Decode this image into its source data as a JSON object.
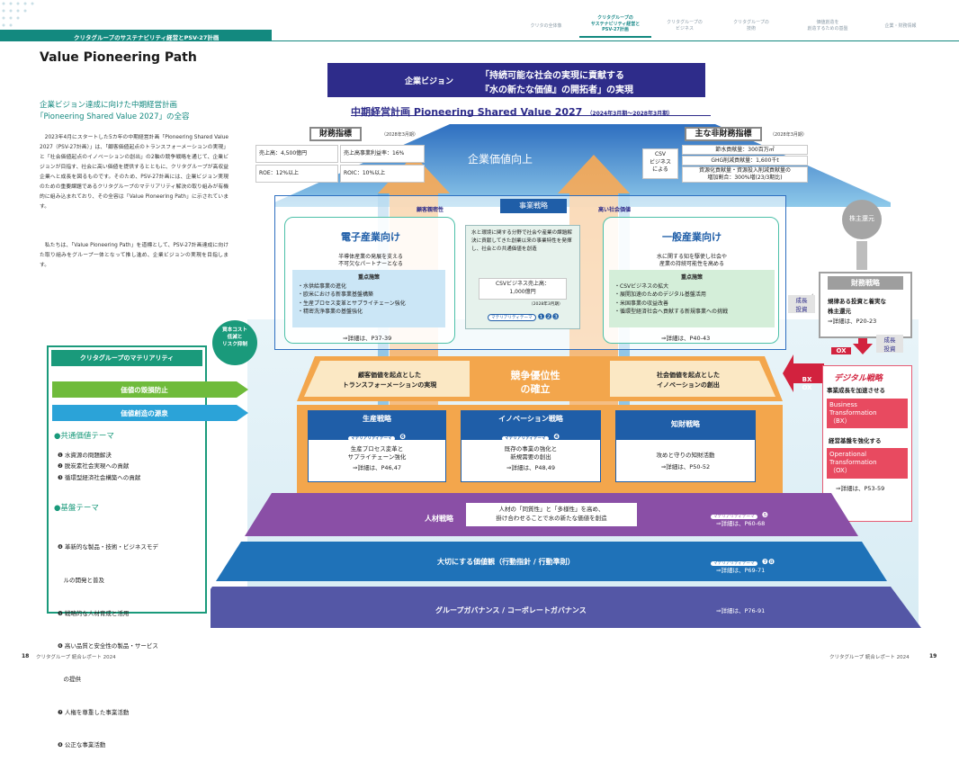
{
  "nav": {
    "items": [
      "クリタの全体像",
      "クリタグループの\nサステナビリティ経営と\nPSV-27計画",
      "クリタグループの\nビジネス",
      "クリタグループの\n技術",
      "価値創造を\n創造するための基盤",
      "企業・財務情報"
    ]
  },
  "header": {
    "section_title": "クリタグループのサステナビリティ経営とPSV-27計画"
  },
  "left": {
    "page_title": "Value Pioneering Path",
    "subtitle1": "企業ビジョン達成に向けた中期経営計画",
    "subtitle2": "「Pioneering Shared Value 2027」の全容",
    "para1": "2023年4月にスタートした5カ年の中期経営計画「Pioneering Shared Value 2027（PSV-27計画）」は、「顧客価値起点のトランスフォーメーションの実現」と「社会価値起点のイノベーションの創出」の2軸の競争戦略を通じて、企業ビジョンが目指す、社会に高い価値を提供するとともに、クリタグループが高収益企業へと成長を図るものです。そのため、PSV-27計画には、企業ビジョン実現のための重要課題であるクリタグループのマテリアリティ解決の取り組みが有機的に組み込まれており、その全容は「Value Pioneering Path」に示されています。",
    "para2": "私たちは、「Value Pioneering Path」を道標として、PSV-27計画達成に向けた取り組みをグループ一体となって推し進め、企業ビジョンの実現を目指します。"
  },
  "vision": {
    "label": "企業ビジョン",
    "line1": "「持続可能な社会の実現に貢献する",
    "line2": "『水の新たな価値』の開拓者」の実現"
  },
  "plan": {
    "title": "中期経営計画 Pioneering Shared Value 2027",
    "period": "（2024年3月期〜2028年3月期）"
  },
  "financial": {
    "title": "財務指標",
    "period": "（2028年3月期）",
    "items": [
      "売上高：4,500億円",
      "売上高事業利益率：16%",
      "ROE：12%以上",
      "ROIC：10%以上"
    ]
  },
  "nonfinancial": {
    "title": "主な非財務指標",
    "period": "（2028年3月期）",
    "csv_label": "CSV\nビジネス\nによる",
    "items": [
      "節水貢献量：300百万㎥",
      "GHG削減貢献量：1,600千t",
      "資源化貢献量・資源投入削減貢献量の",
      "増加割合：300%増(23/3期比)"
    ]
  },
  "arrow": {
    "title": "企業価値向上",
    "left_label": "顧客親密性",
    "right_label": "高い社会価値"
  },
  "business": {
    "strategy_label": "事業戦略",
    "electronics": {
      "title": "電子産業向け",
      "desc1": "半導体産業の発展を支える",
      "desc2": "不可欠なパートナーとなる",
      "focus": "重点施策",
      "items": [
        "・水供給事業の進化",
        "・欧米における新事業基盤構築",
        "・生産プロセス変革とサプライチェーン強化",
        "・精密洗浄事業の基盤強化"
      ],
      "ref": "⇒詳細は、P37-39"
    },
    "center": {
      "text": "水と環境に関する分野で社会や産業の課題解決に貢献してきた創業以来の事業特性を発揮し、社会との共通価値を創造",
      "csv1": "CSVビジネス売上高：",
      "csv2": "1,000億円",
      "csv_period": "（2028年3月期）",
      "materiality": "マテリアリティテーマ",
      "nums": "❶❷❸"
    },
    "general": {
      "title": "一般産業向け",
      "desc1": "水に関する知を駆使し社会や",
      "desc2": "産業の持続可能性を高める",
      "focus": "重点施策",
      "items": [
        "・CSVビジネスの拡大",
        "・展開加速のためのデジタル基盤活用",
        "・米国事業の収益改善",
        "・循環型経済社会へ貢献する新規事業への挑戦"
      ],
      "ref": "⇒詳細は、P40-43"
    }
  },
  "shareholder": {
    "label": "株主還元",
    "growth1": "成長\n投資",
    "growth2": "成長\n投資"
  },
  "fin_strategy": {
    "title": "財務戦略",
    "desc1": "規律ある投資と着実な",
    "desc2": "株主還元",
    "ref": "⇒詳細は、P20-23"
  },
  "cost_badge": "資本コスト\n低減と\nリスク抑制",
  "materiality_box": {
    "title": "クリタグループのマテリアリティ",
    "prevent": "価値の毀損防止",
    "create": "価値創造の源泉",
    "common_title": "●共通価値テーマ",
    "common_items": [
      "❶ 水資源の問題解決",
      "❷ 脱炭素社会実現への貢献",
      "❸ 循環型経済社会構築への貢献"
    ],
    "base_title": "●基盤テーマ",
    "base_items": [
      "❹ 革新的な製品・技術・ビジネスモデ",
      "　ルの開発と普及",
      "❺ 戦略的な人材育成と活用",
      "❻ 高い品質と安全性の製品・サービス",
      "　の提供",
      "❼ 人権を尊重した事業活動",
      "❽ 公正な事業活動"
    ]
  },
  "competitive": {
    "left": "顧客価値を起点とした\nトランスフォーメーションの実現",
    "center": "競争優位性\nの確立",
    "right": "社会価値を起点とした\nイノベーションの創出"
  },
  "strategies": [
    {
      "title": "生産戦略",
      "mat": "マテリアリティテーマ",
      "num": "❻",
      "desc": "生産プロセス変革と\nサプライチェーン強化",
      "ref": "⇒詳細は、P46,47"
    },
    {
      "title": "イノベーション戦略",
      "mat": "マテリアリティテーマ",
      "num": "❹",
      "desc": "既存の事業の強化と\n新規需要の創出",
      "ref": "⇒詳細は、P48,49"
    },
    {
      "title": "知財戦略",
      "mat": "",
      "num": "",
      "desc": "攻めと守りの知財活動",
      "ref": "⇒詳細は、P50-52"
    }
  ],
  "bx_ox": {
    "label": "BX\nOX",
    "ox": "OX"
  },
  "digital": {
    "title": "デジタル戦略",
    "sub1": "事業成長を加速させる",
    "bt": "Business\nTransformation\n（BX）",
    "sub2": "経営基盤を強化する",
    "ot": "Operational\nTransformation\n（OX）",
    "ref": "⇒詳細は、P53-59"
  },
  "hr": {
    "title": "人材戦略",
    "desc1": "人材の「同質性」と「多様性」を高め、",
    "desc2": "掛け合わせることで水の新たな価値を創造",
    "mat": "マテリアリティテーマ",
    "num": "❺",
    "ref": "⇒詳細は、P60-68"
  },
  "values": {
    "title": "大切にする価値観（行動指針 / 行動準則）",
    "mat": "マテリアリティテーマ",
    "num": "❼❽",
    "ref": "⇒詳細は、P69-71"
  },
  "governance": {
    "title": "グループガバナンス / コーポレートガバナンス",
    "ref": "⇒詳細は、P76-91"
  },
  "footer": {
    "left_page": "18",
    "left_text": "クリタグループ 統合レポート 2024",
    "right_text": "クリタグループ 統合レポート 2024",
    "right_page": "19"
  }
}
